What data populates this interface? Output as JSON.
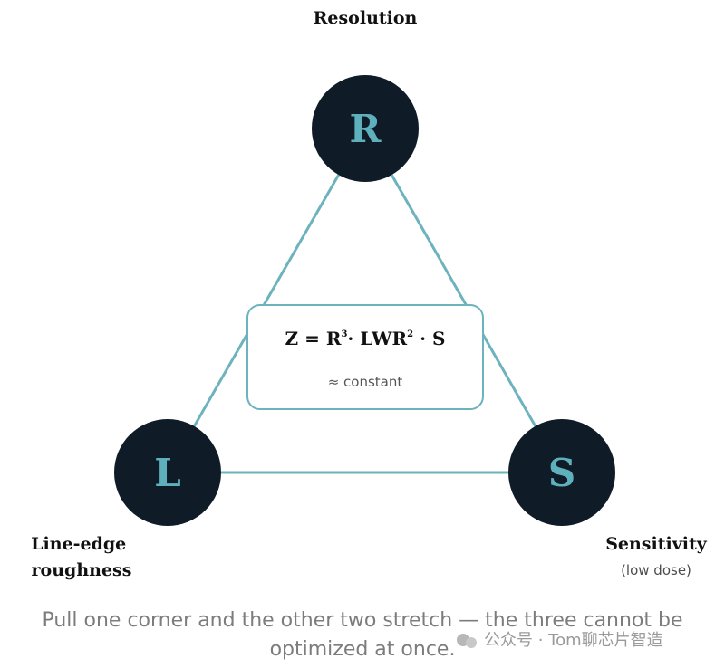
{
  "top_label": "Resolution",
  "left_label": [
    "Line-edge",
    "roughness"
  ],
  "right_label": "Sensitivity",
  "right_sublabel": "(low dose)",
  "nodes": {
    "top": "R",
    "left": "L",
    "right": "S"
  },
  "formula": {
    "prefix": "Z = R",
    "exp1": "3",
    "mid": "· LWR",
    "exp2": "2",
    "suffix": " · S",
    "note": "≈ constant"
  },
  "caption": [
    "Pull one corner and the other two stretch — the three cannot be",
    "optimized at once."
  ],
  "watermark": "公众号 · Tom聊芯片智造",
  "colors": {
    "node_fill": "#0f1b26",
    "accent": "#5fb0bd",
    "edge": "#6db3bd"
  }
}
